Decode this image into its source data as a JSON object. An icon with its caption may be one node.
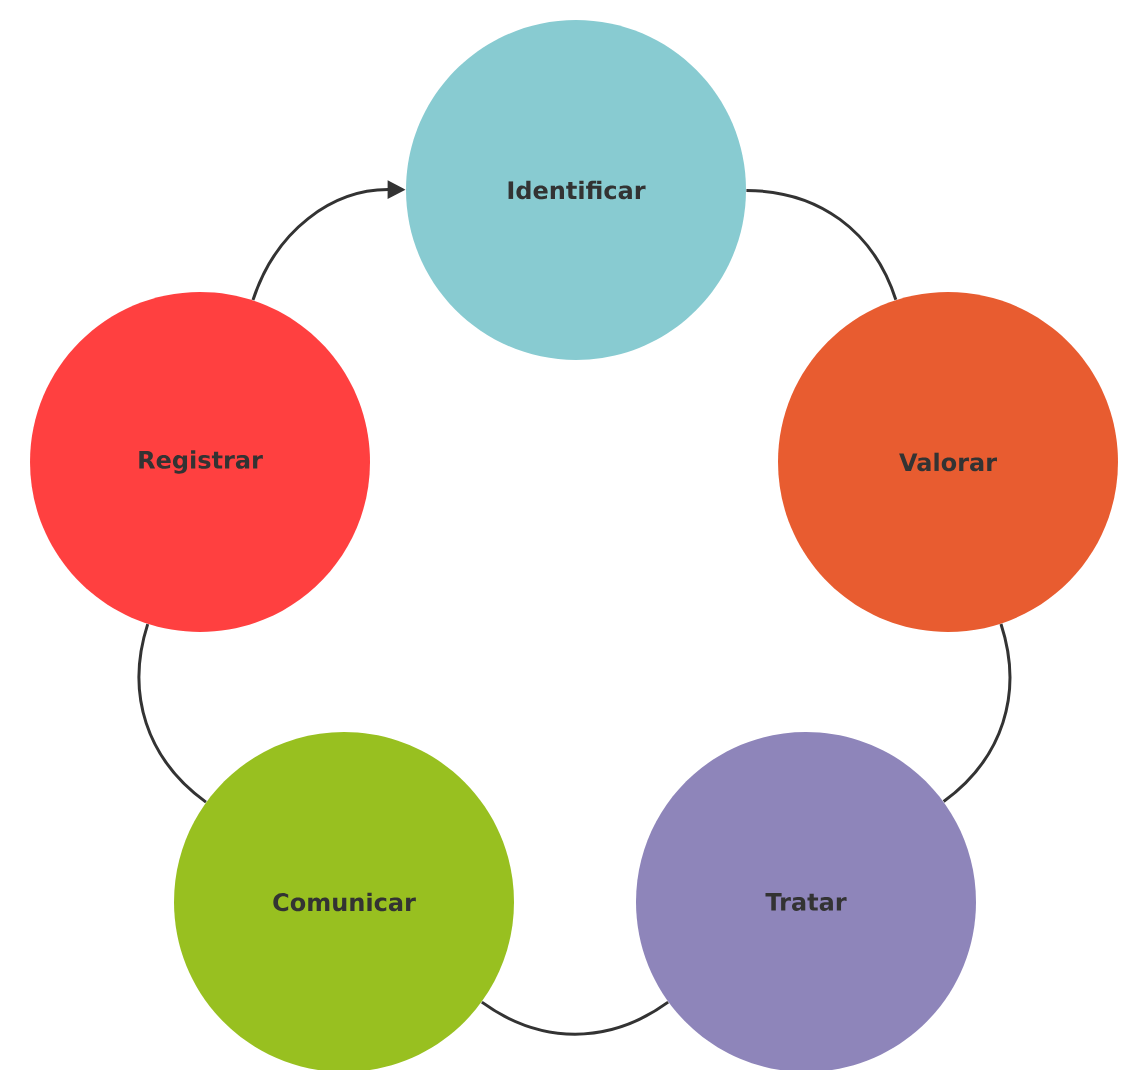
{
  "diagram": {
    "nodes": [
      {
        "text": [
          "Identificar"
        ]
      },
      {
        "text": [
          "Valorar"
        ]
      },
      {
        "text": [
          "Tratar"
        ]
      },
      {
        "text": [
          "Comunicar"
        ]
      },
      {
        "text": [
          "Registrar"
        ]
      }
    ],
    "edges": [
      {
        "from": 0,
        "to": 1,
        "arrow": "none"
      },
      {
        "from": 1,
        "to": 2,
        "arrow": "none"
      },
      {
        "from": 2,
        "to": 3,
        "arrow": "none"
      },
      {
        "from": 3,
        "to": 4,
        "arrow": "none"
      },
      {
        "from": 4,
        "to": 0,
        "arrow": "to"
      }
    ]
  }
}
